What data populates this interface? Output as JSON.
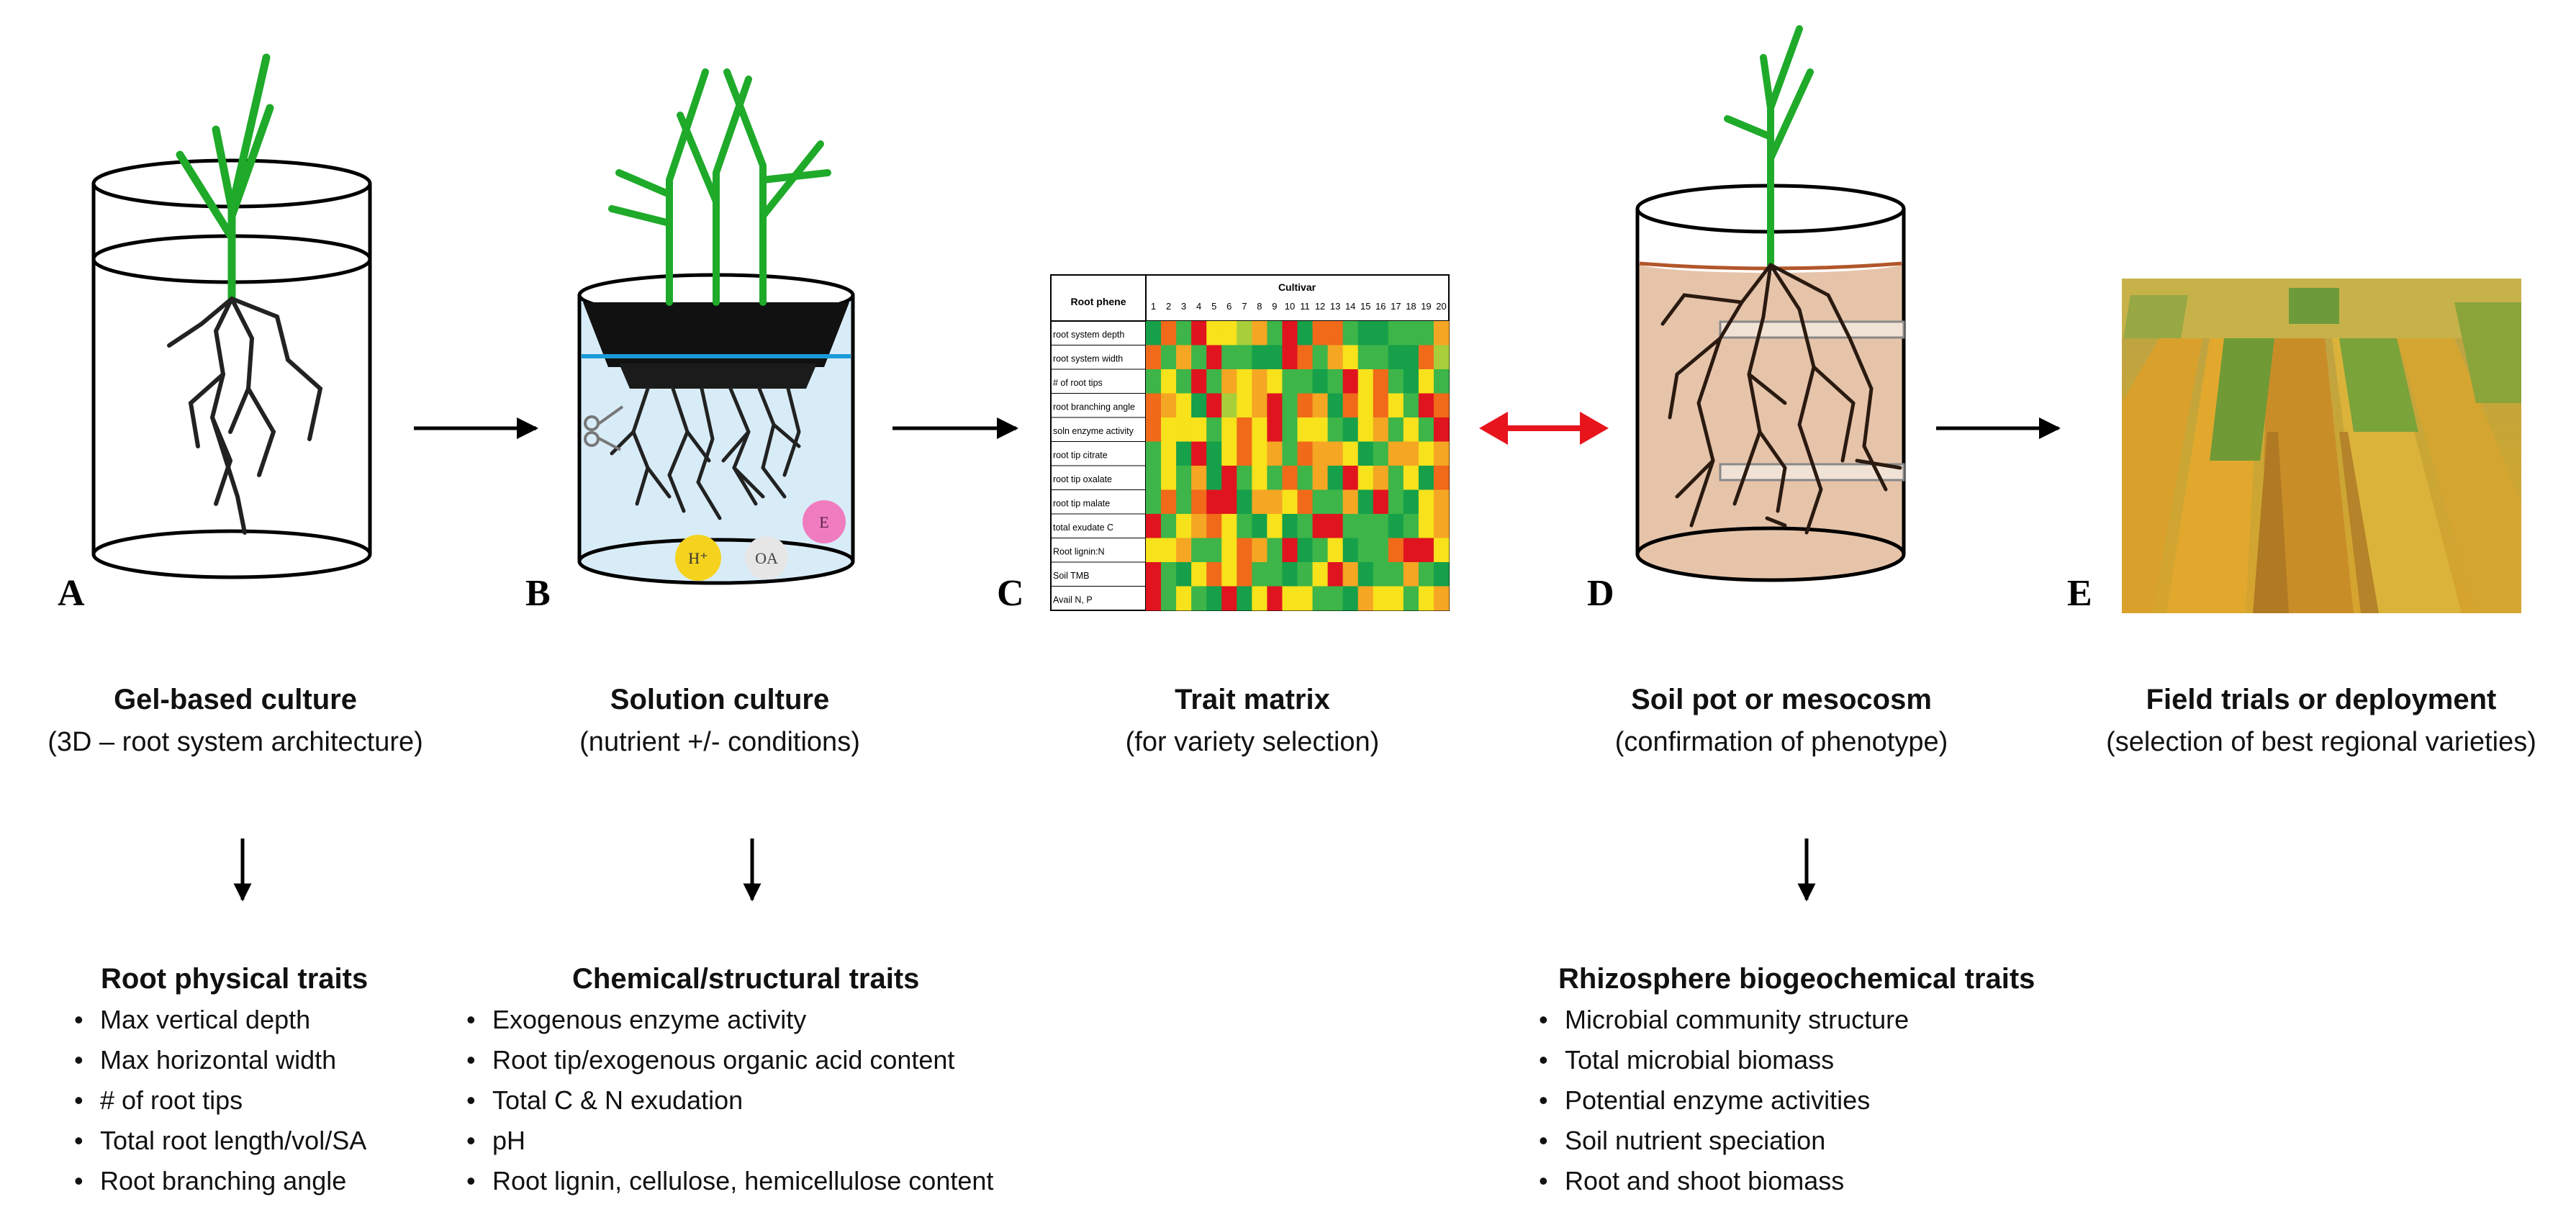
{
  "panels": [
    {
      "letter": "A",
      "title": "Gel-based culture",
      "subtitle": "(3D – root system architecture)"
    },
    {
      "letter": "B",
      "title": "Solution culture",
      "subtitle": "(nutrient +/- conditions)"
    },
    {
      "letter": "C",
      "title": "Trait matrix",
      "subtitle": "(for variety selection)"
    },
    {
      "letter": "D",
      "title": "Soil pot or mesocosm",
      "subtitle": "(confirmation of phenotype)"
    },
    {
      "letter": "E",
      "title": "Field trials or deployment",
      "subtitle": "(selection of best regional varieties)"
    }
  ],
  "solution_labels": {
    "proton": "H⁺",
    "organic_acid": "OA",
    "enzyme": "E"
  },
  "matrix": {
    "header_left": "Root phene",
    "header_top": "Cultivar",
    "columns": [
      "1",
      "2",
      "3",
      "4",
      "5",
      "6",
      "7",
      "8",
      "9",
      "10",
      "11",
      "12",
      "13",
      "14",
      "15",
      "16",
      "17",
      "18",
      "19",
      "20"
    ],
    "rows": [
      "root system depth",
      "root system width",
      "# of root tips",
      "root branching angle",
      "soln enzyme activity",
      "root tip citrate",
      "root tip oxalate",
      "root tip malate",
      "total exudate C",
      "Root lignin:N",
      "Soil TMB",
      "Avail N, P"
    ],
    "palette": {
      "0": "#e0141e",
      "1": "#f06a1a",
      "2": "#f5a623",
      "3": "#f7e21b",
      "4": "#a8cf3a",
      "5": "#3db548",
      "6": "#16a04a"
    },
    "cells": [
      "61503342506115665552",
      "15250556601523556614",
      "53505232355650315635",
      "12360432051261313501",
      "13335313053356325350",
      "53606313251223652232",
      "53526053515260325361",
      "51510062231552605632",
      "05321356365005556532",
      "33255312506536551003",
      "05631315565302655256",
      "05356063033556233532"
    ]
  },
  "traits": [
    {
      "title": "Root physical traits",
      "items": [
        "Max vertical depth",
        "Max horizontal width",
        "# of root tips",
        "Total root length/vol/SA",
        "Root branching angle"
      ]
    },
    {
      "title": "Chemical/structural traits",
      "items": [
        "Exogenous enzyme activity",
        "Root tip/exogenous organic acid content",
        "Total C & N exudation",
        "pH",
        "Root lignin, cellulose, hemicellulose content"
      ]
    },
    {
      "title": "Rhizosphere biogeochemical  traits",
      "items": [
        "Microbial community structure",
        "Total microbial biomass",
        "Potential enzyme activities",
        "Soil nutrient speciation",
        "Root and shoot biomass"
      ]
    }
  ],
  "colors": {
    "arrow": "#000000",
    "double_arrow": "#e8141c",
    "plant": "#1faa2a",
    "soil": "#e6c4aa",
    "water": "#d8ecf8"
  }
}
